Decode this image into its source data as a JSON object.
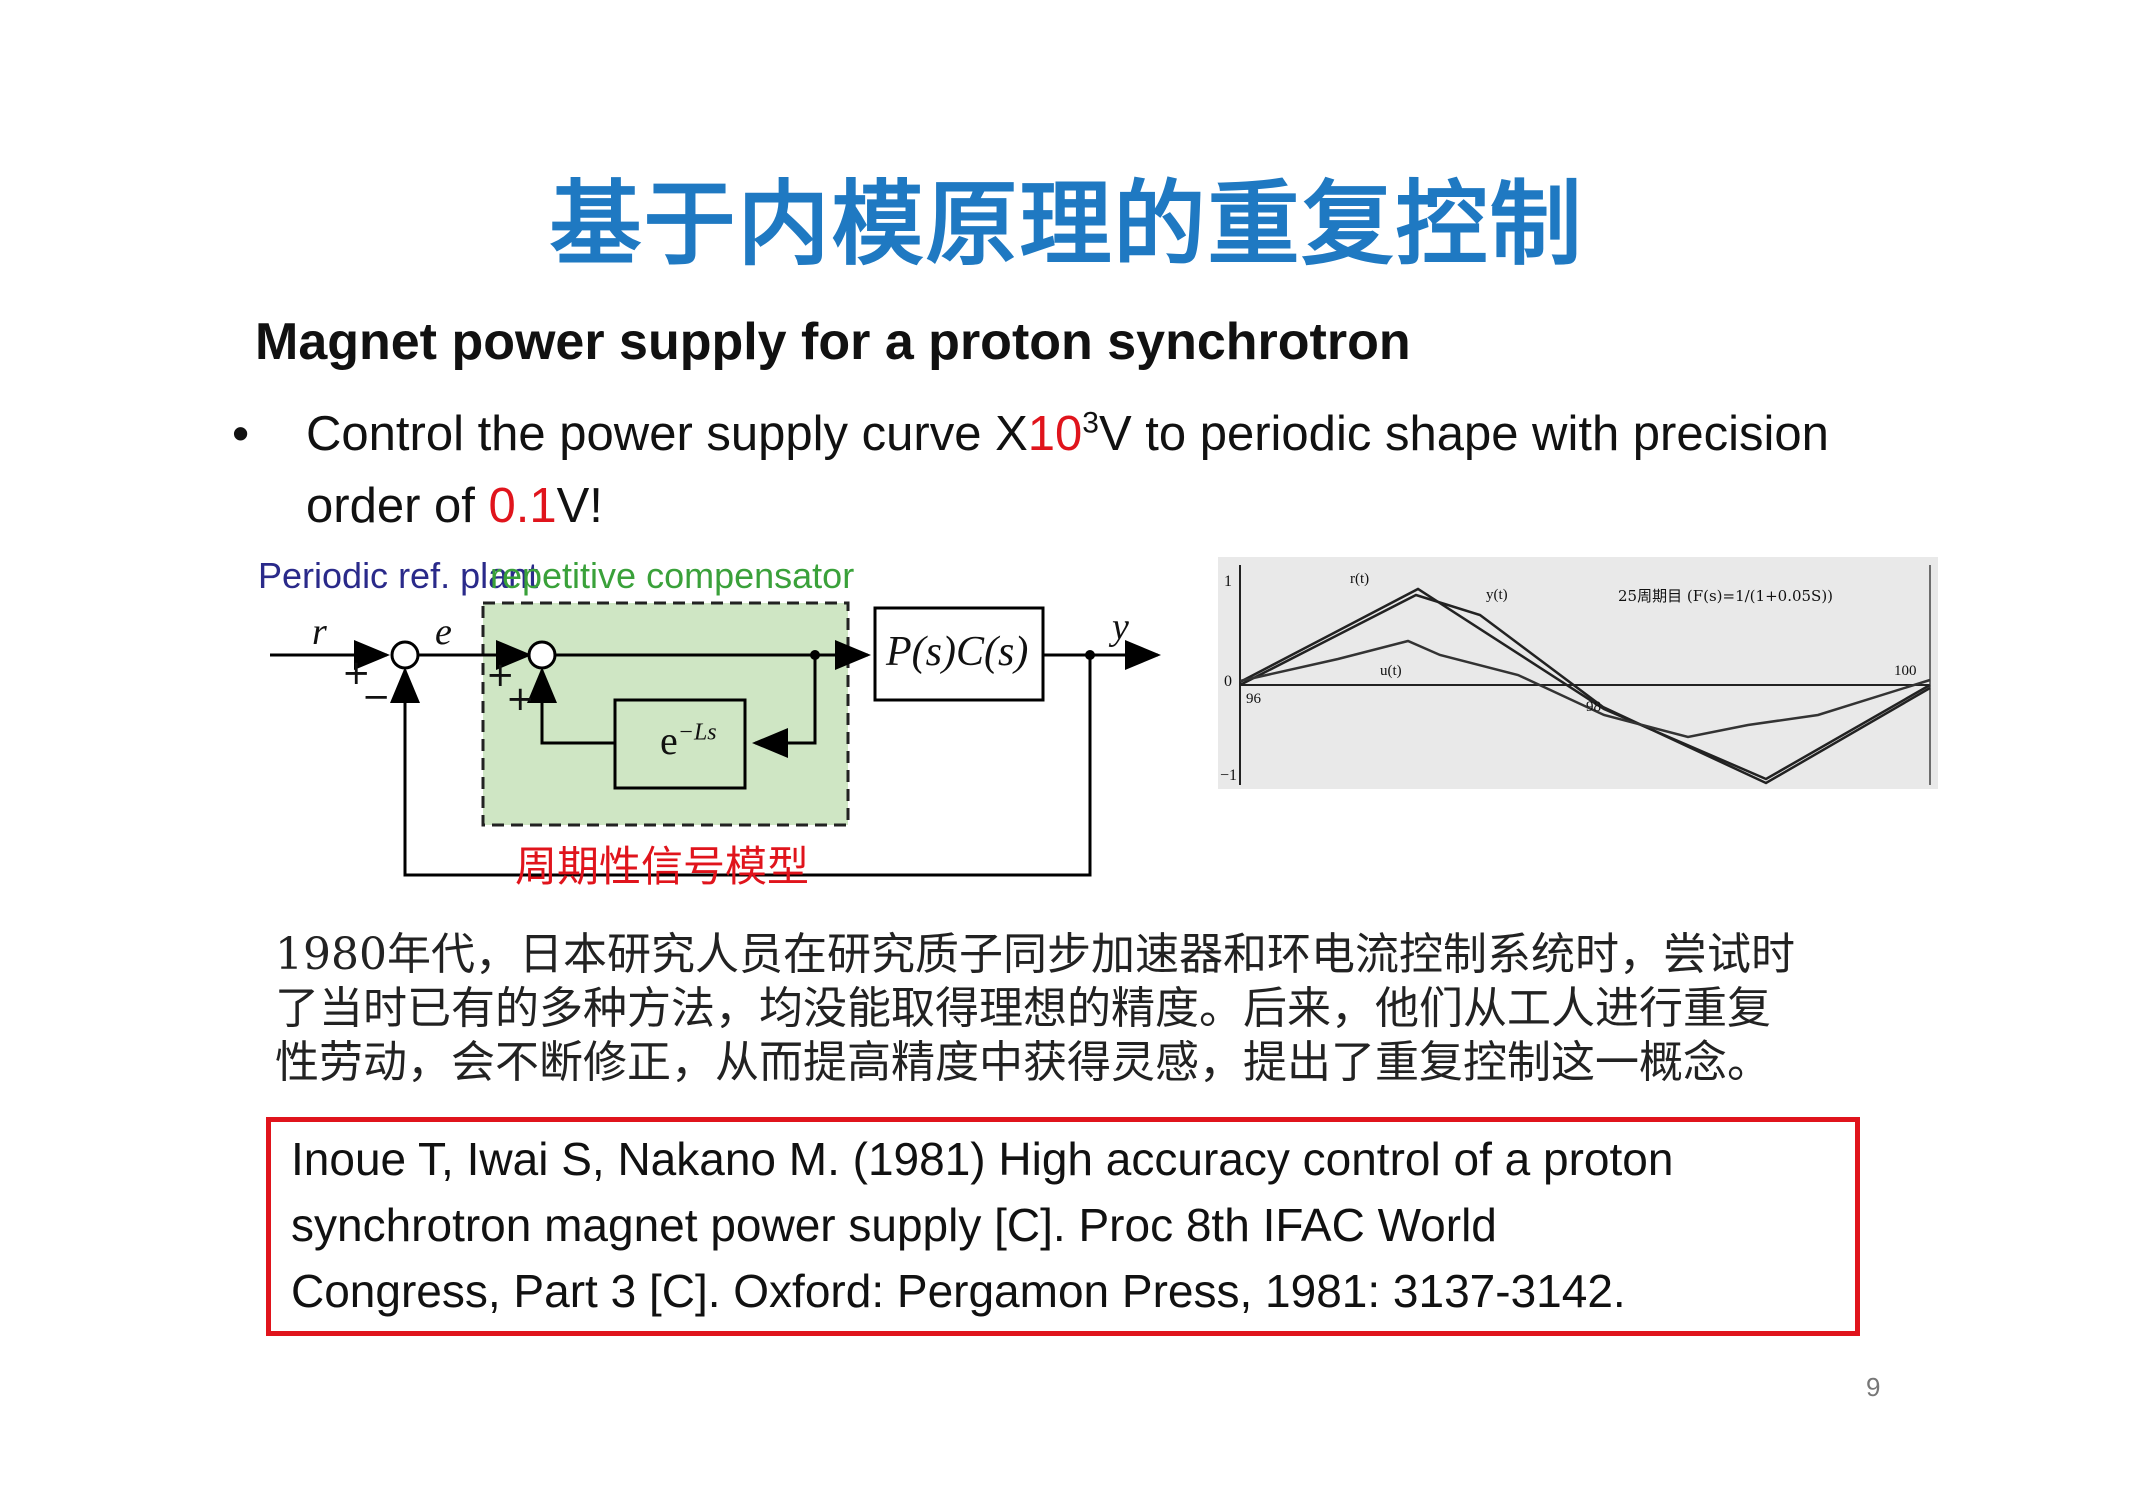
{
  "title": "基于内模原理的重复控制",
  "subtitle": "Magnet power supply for a proton synchrotron",
  "bullet": {
    "symbol": "•",
    "text_a": "Control the power supply curve X",
    "text_b": "10",
    "text_c": "3",
    "text_d": "V to periodic shape with precision",
    "text_e": "order of ",
    "text_f": "0.1",
    "text_g": "V!"
  },
  "diagram": {
    "periodic_label": "Periodic ref.  plant",
    "compensator_label": "repetitive compensator",
    "model_label": "周期性信号模型",
    "r": "r",
    "e": "e",
    "y": "y",
    "plus1": "+",
    "minus1": "−",
    "plus2": "+",
    "plus3": "+",
    "delay": "e",
    "delay_exp": "−Ls",
    "plant": "P(s)C(s)",
    "fill_color": "#cfe6c4"
  },
  "plot": {
    "y_top": "1",
    "y_mid": "0",
    "y_bot": "−1",
    "x_left": "96",
    "x_mid": "98",
    "x_right": "100",
    "r_label": "r(t)",
    "y_label": "y(t)",
    "u_label": "u(t)",
    "caption": "25周期目 (F(s)=1/(1+0.05S))"
  },
  "paragraph": [
    "1980年代，日本研究人员在研究质子同步加速器和环电流控制系统时，尝试时",
    "了当时已有的多种方法，均没能取得理想的精度。后来，他们从工人进行重复",
    "性劳动，会不断修正，从而提高精度中获得灵感，提出了重复控制这一概念。"
  ],
  "reference": [
    "Inoue T, Iwai S, Nakano M. (1981) High accuracy control of a proton",
    "synchrotron magnet power supply [C]. Proc 8th IFAC World",
    "Congress, Part 3 [C]. Oxford: Pergamon Press, 1981: 3137-3142."
  ],
  "page_number": "9",
  "colors": {
    "title": "#1f79c2",
    "accent_red": "#e0141c",
    "comp_green": "#3aa13a"
  }
}
